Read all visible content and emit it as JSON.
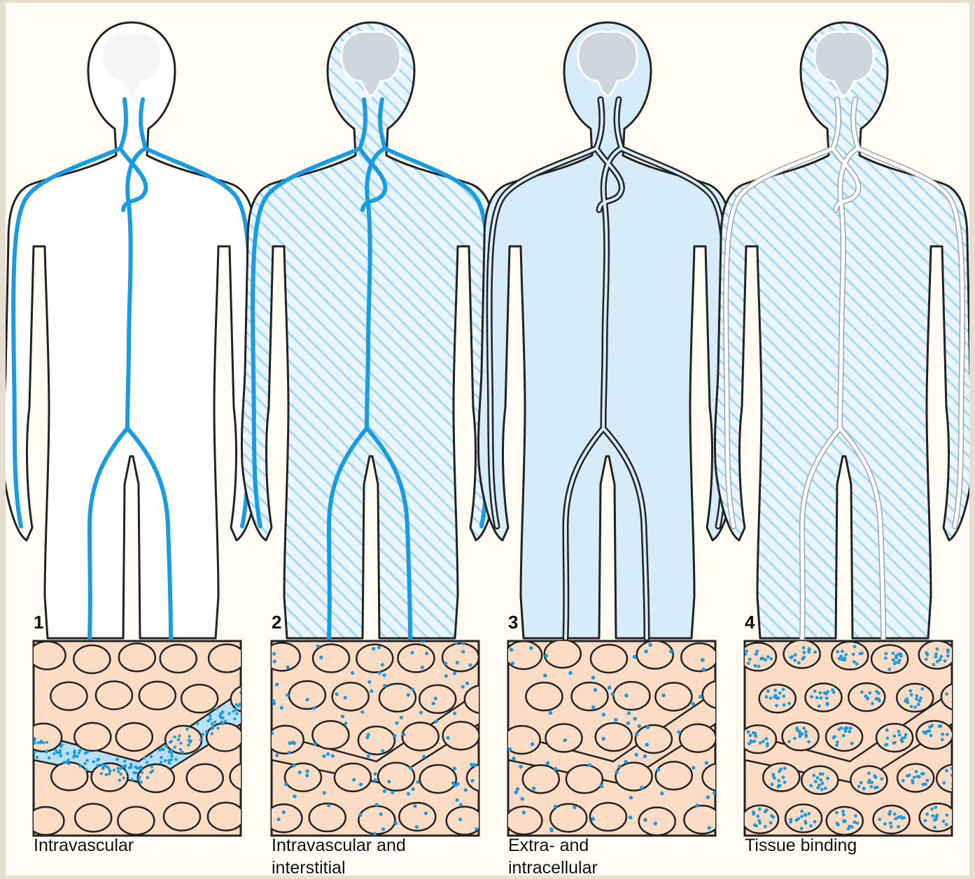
{
  "colors": {
    "background": "#fffcf4",
    "vessel_blue": "#1b9be0",
    "body_fill": "#d6ecf8",
    "hatch": "#8fcaee",
    "tissue": "#fcdcc5",
    "outline": "#222222",
    "dot": "#1b9be0"
  },
  "panels": [
    {
      "number": "1",
      "caption_lines": [
        "Intravascular"
      ],
      "body_fill": "none",
      "vessels": "blue",
      "tissue_dots": "vessel"
    },
    {
      "number": "2",
      "caption_lines": [
        "Intravascular and",
        "interstitial"
      ],
      "body_fill": "hatched",
      "vessels": "blue",
      "tissue_dots": "interstitial"
    },
    {
      "number": "3",
      "caption_lines": [
        "Extra- and",
        "intracellular"
      ],
      "body_fill": "solid",
      "vessels": "dark-outline",
      "tissue_dots": "everywhere"
    },
    {
      "number": "4",
      "caption_lines": [
        "Tissue binding"
      ],
      "body_fill": "hatched",
      "vessels": "white",
      "tissue_dots": "bound-in-cells"
    }
  ]
}
